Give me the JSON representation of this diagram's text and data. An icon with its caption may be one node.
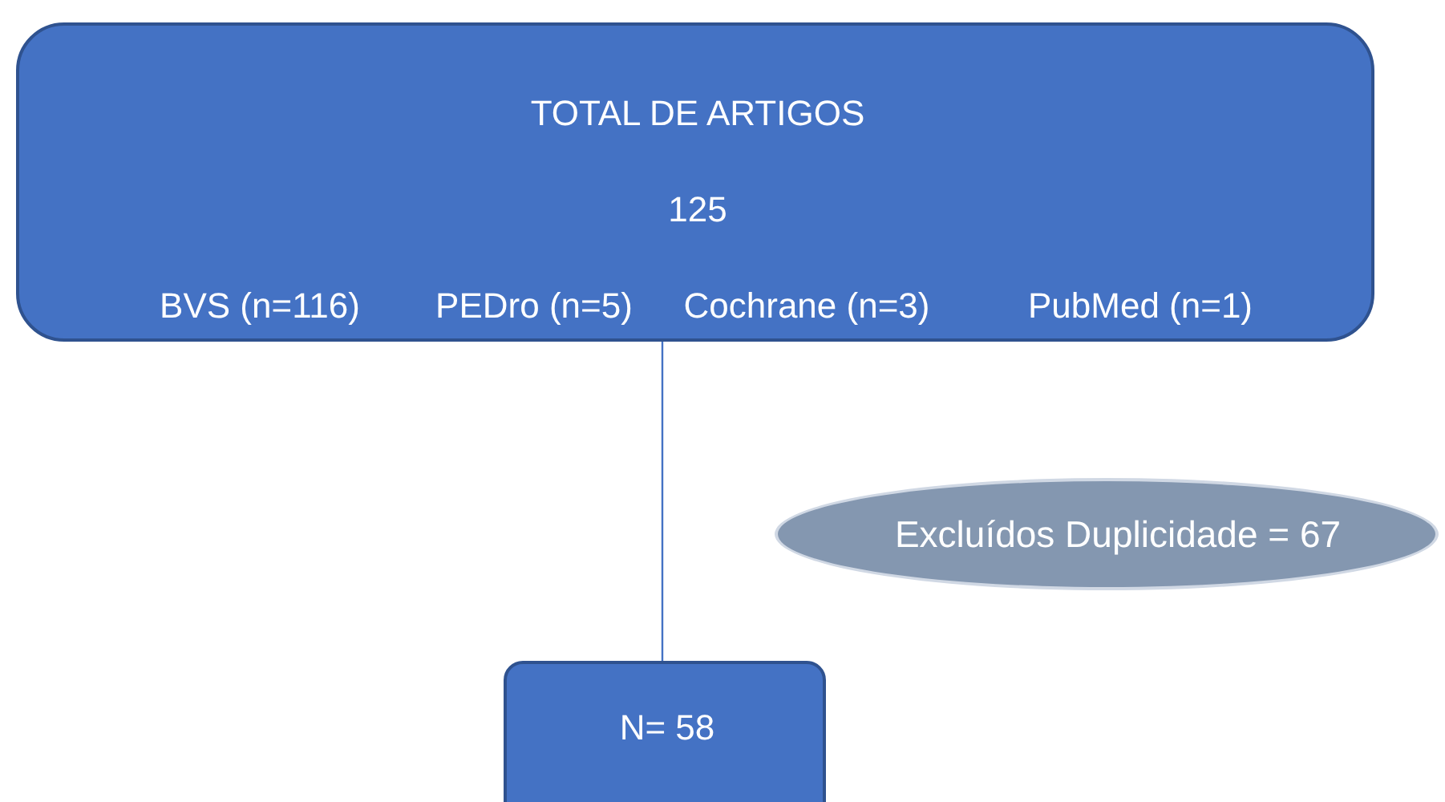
{
  "diagram": {
    "nodes": [
      {
        "text": [
          "TOTAL DE ARTIGOS",
          "125",
          "BVS (n=116)",
          "PEDro (n=5)",
          "Cochrane (n=3)",
          "PubMed (n=1)"
        ]
      },
      {
        "text": [
          "Excluídos Duplicidade = 67"
        ]
      },
      {
        "text": [
          "N= 58"
        ]
      }
    ],
    "edges": [
      {
        "from": 0,
        "to": 2,
        "arrow": "none"
      }
    ]
  }
}
